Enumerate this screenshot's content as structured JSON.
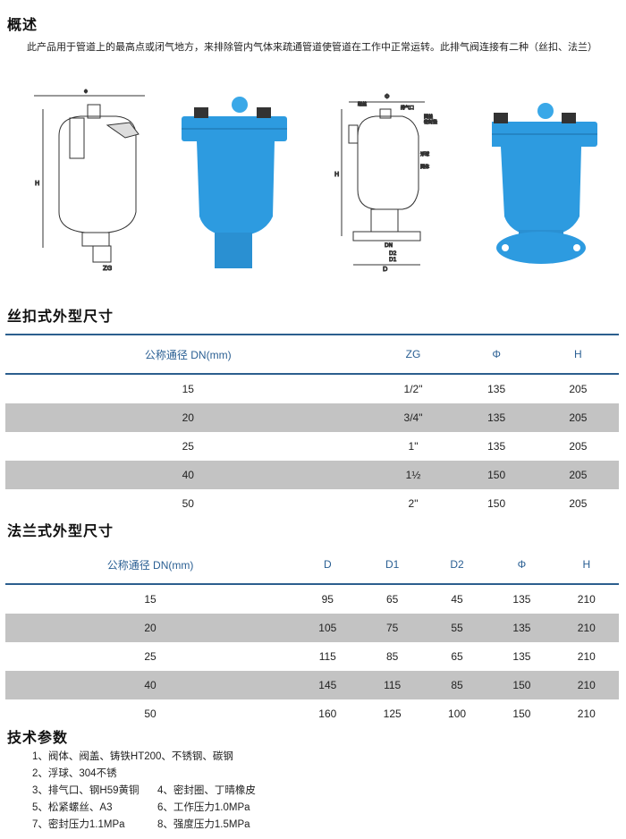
{
  "overview": {
    "title": "概述",
    "text": "此产品用于管道上的最高点或闭气地方，来排除管内气体来疏通管道使管道在工作中正常运转。此排气阀连接有二种（丝扣、法兰）"
  },
  "figures": {
    "phi": "Φ",
    "h": "H",
    "zg": "ZG",
    "dn": "DN",
    "d": "D",
    "d1": "D1",
    "d2": "D2",
    "labels": [
      "螺丝",
      "排气口",
      "阀盖",
      "密封垫",
      "浮球",
      "阀体"
    ]
  },
  "colors": {
    "product": "#2d9be0",
    "rule": "#2c5f8e",
    "stripe": "#c3c3c3"
  },
  "thread_table": {
    "title": "丝扣式外型尺寸",
    "headers": [
      "公称通径  DN(mm)",
      "ZG",
      "Φ",
      "H"
    ],
    "rows": [
      [
        "15",
        "1/2\"",
        "135",
        "205"
      ],
      [
        "20",
        "3/4\"",
        "135",
        "205"
      ],
      [
        "25",
        "1\"",
        "135",
        "205"
      ],
      [
        "40",
        "1½",
        "150",
        "205"
      ],
      [
        "50",
        "2\"",
        "150",
        "205"
      ]
    ]
  },
  "flange_table": {
    "title": "法兰式外型尺寸",
    "headers": [
      "公称通径  DN(mm)",
      "D",
      "D1",
      "D2",
      "Φ",
      "H"
    ],
    "rows": [
      [
        "15",
        "95",
        "65",
        "45",
        "135",
        "210"
      ],
      [
        "20",
        "105",
        "75",
        "55",
        "135",
        "210"
      ],
      [
        "25",
        "115",
        "85",
        "65",
        "135",
        "210"
      ],
      [
        "40",
        "145",
        "115",
        "85",
        "150",
        "210"
      ],
      [
        "50",
        "160",
        "125",
        "100",
        "150",
        "210"
      ]
    ]
  },
  "specs": {
    "title": "技术参数",
    "items": [
      "1、阀体、阀盖、铸铁HT200、不锈钢、碳钢",
      "2、浮球、304不锈",
      "3、排气口、钢H59黄铜",
      "4、密封圈、丁晴橡皮",
      "5、松紧螺丝、A3",
      "6、工作压力1.0MPa",
      "7、密封压力1.1MPa",
      "8、强度压力1.5MPa"
    ]
  }
}
